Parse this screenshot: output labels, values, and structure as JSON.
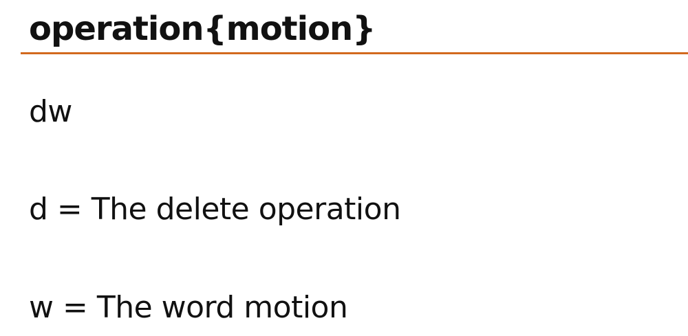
{
  "slide": {
    "title": "operation{motion}",
    "accent_color": "#d2691e",
    "lines": [
      "dw",
      "d = The delete operation",
      "w = The word motion"
    ]
  }
}
